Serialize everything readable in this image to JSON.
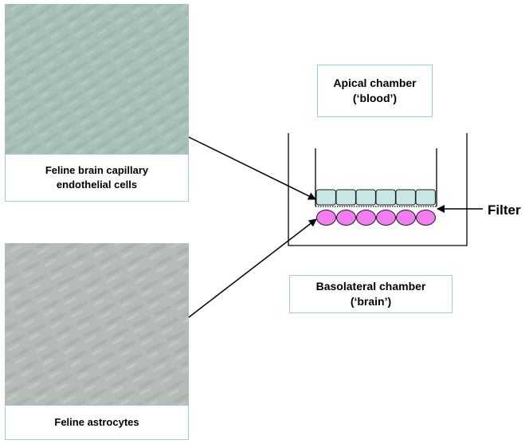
{
  "panels": {
    "endothelial": {
      "caption": "Feline brain capillary\nendothelial cells"
    },
    "astrocytes": {
      "caption": "Feline astrocytes"
    }
  },
  "diagram": {
    "apical_label": "Apical chamber\n(‘blood’)",
    "basolateral_label": "Basolateral chamber\n(‘brain’)",
    "filter_label": "Filter",
    "endothelial_cell_count": 6,
    "astrocyte_cell_count": 6
  },
  "colors": {
    "endothelial_fill": "#c8e6e6",
    "astrocyte_fill": "#f07ef0",
    "box_border": "#9ecbe8"
  }
}
